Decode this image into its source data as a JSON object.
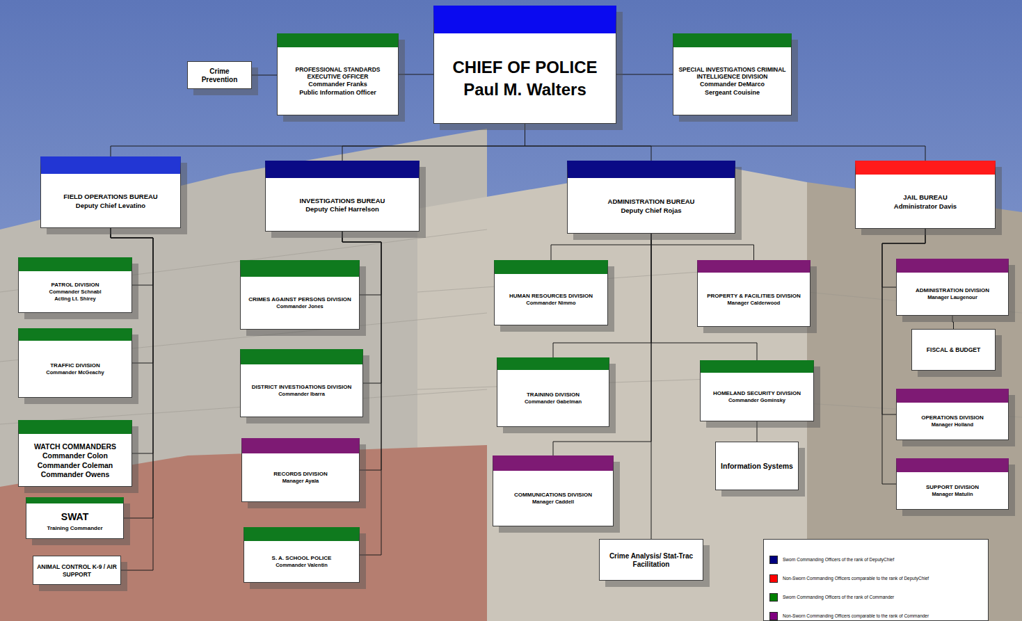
{
  "diagram": {
    "nodes": [
      {
        "text": [
          "Crime Prevention"
        ]
      },
      {
        "text": [
          "PROFESSIONAL STANDARDS EXECUTIVE OFFICER",
          "Commander Franks",
          "Public Information Officer"
        ]
      },
      {
        "text": [
          "CHIEF OF POLICE",
          "Paul M. Walters"
        ]
      },
      {
        "text": [
          "SPECIAL INVESTIGATIONS CRIMINAL INTELLIGENCE DIVISION",
          "Commander DeMarco",
          "Sergeant Couisine"
        ]
      },
      {
        "text": [
          "FIELD OPERATIONS BUREAU",
          "Deputy Chief Levatino"
        ]
      },
      {
        "text": [
          "INVESTIGATIONS BUREAU",
          "Deputy Chief Harrelson"
        ]
      },
      {
        "text": [
          "ADMINISTRATION BUREAU",
          "Deputy Chief Rojas"
        ]
      },
      {
        "text": [
          "JAIL BUREAU",
          "Administrator Davis"
        ]
      },
      {
        "text": [
          "PATROL DIVISION",
          "Commander Schnabl",
          "Acting Lt. Shirey"
        ]
      },
      {
        "text": [
          "TRAFFIC DIVISION",
          "Commander McGeachy"
        ]
      },
      {
        "text": [
          "WATCH COMMANDERS",
          "Commander Colon",
          "Commander Coleman",
          "Commander Owens"
        ]
      },
      {
        "text": [
          "SWAT",
          "Training Commander"
        ]
      },
      {
        "text": [
          "ANIMAL CONTROL K-9 / AIR SUPPORT"
        ]
      },
      {
        "text": [
          "CRIMES AGAINST PERSONS DIVISION",
          "Commander Jones"
        ]
      },
      {
        "text": [
          "DISTRICT INVESTIGATIONS DIVISION",
          "Commander Ibarra"
        ]
      },
      {
        "text": [
          "RECORDS DIVISION",
          "Manager Ayala"
        ]
      },
      {
        "text": [
          "S. A. SCHOOL POLICE",
          "Commander Valentin"
        ]
      },
      {
        "text": [
          "HUMAN RESOURCES DIVISION",
          "Commander Nimmo"
        ]
      },
      {
        "text": [
          "PROPERTY & FACILITIES DIVISION",
          "Manager Calderwood"
        ]
      },
      {
        "text": [
          "TRAINING DIVISION",
          "Commander Gabelman"
        ]
      },
      {
        "text": [
          "HOMELAND SECURITY DIVISION",
          "Commander Gominsky"
        ]
      },
      {
        "text": [
          "COMMUNICATIONS DIVISION",
          "Manager Caddell"
        ]
      },
      {
        "text": [
          "Information Systems"
        ]
      },
      {
        "text": [
          "Crime Analysis/ Stat-Trac Facilitation"
        ]
      },
      {
        "text": [
          "ADMINISTRATION DIVISION",
          "Manager Laugenour"
        ]
      },
      {
        "text": [
          "FISCAL & BUDGET"
        ]
      },
      {
        "text": [
          "OPERATIONS DIVISION",
          "Manager Holland"
        ]
      },
      {
        "text": [
          "SUPPORT DIVISION",
          "Manager Matulin"
        ]
      }
    ],
    "edges": [
      {
        "from": 1,
        "to": 0,
        "arrow": "none"
      },
      {
        "from": 2,
        "to": 1,
        "arrow": "none"
      },
      {
        "from": 2,
        "to": 3,
        "arrow": "none"
      },
      {
        "from": 2,
        "to": 4,
        "arrow": "none"
      },
      {
        "from": 2,
        "to": 5,
        "arrow": "none"
      },
      {
        "from": 2,
        "to": 6,
        "arrow": "none"
      },
      {
        "from": 2,
        "to": 7,
        "arrow": "none"
      },
      {
        "from": 4,
        "to": 8,
        "arrow": "none"
      },
      {
        "from": 4,
        "to": 9,
        "arrow": "none"
      },
      {
        "from": 4,
        "to": 10,
        "arrow": "none"
      },
      {
        "from": 4,
        "to": 11,
        "arrow": "none"
      },
      {
        "from": 4,
        "to": 12,
        "arrow": "none"
      },
      {
        "from": 5,
        "to": 13,
        "arrow": "none"
      },
      {
        "from": 5,
        "to": 14,
        "arrow": "none"
      },
      {
        "from": 5,
        "to": 15,
        "arrow": "none"
      },
      {
        "from": 5,
        "to": 16,
        "arrow": "none"
      },
      {
        "from": 6,
        "to": 17,
        "arrow": "none"
      },
      {
        "from": 6,
        "to": 18,
        "arrow": "none"
      },
      {
        "from": 6,
        "to": 19,
        "arrow": "none"
      },
      {
        "from": 6,
        "to": 20,
        "arrow": "none"
      },
      {
        "from": 6,
        "to": 21,
        "arrow": "none"
      },
      {
        "from": 6,
        "to": 23,
        "arrow": "none"
      },
      {
        "from": 20,
        "to": 22,
        "arrow": "none"
      },
      {
        "from": 7,
        "to": 24,
        "arrow": "none"
      },
      {
        "from": 7,
        "to": 26,
        "arrow": "none"
      },
      {
        "from": 7,
        "to": 27,
        "arrow": "none"
      },
      {
        "from": 24,
        "to": 25,
        "arrow": "none"
      }
    ],
    "legend": [
      {
        "text": "Sworn Commanding Officers of the rank of DeputyChief",
        "color": "#000080"
      },
      {
        "text": "Non-Sworn Commanding Officers comparable to the rank of DeputyChief",
        "color": "#ff0000"
      },
      {
        "text": "Sworn Commanding Officers of the rank of Commander",
        "color": "#008000"
      },
      {
        "text": "Non-Sworn Commanding Officers comparable to the rank of Commander",
        "color": "#800080"
      }
    ]
  }
}
